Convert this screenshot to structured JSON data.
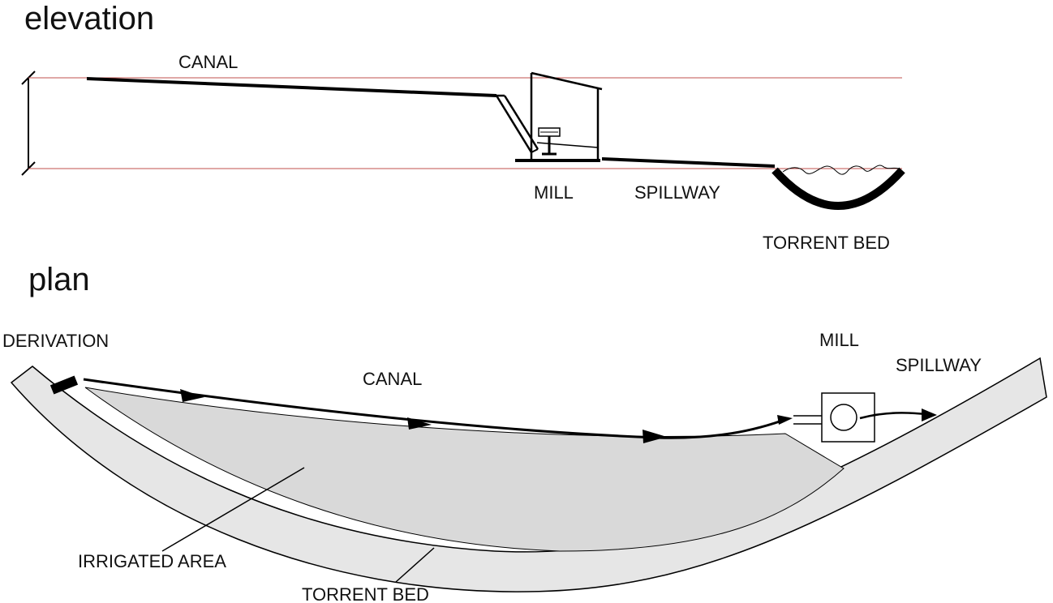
{
  "elevation": {
    "heading": "elevation",
    "labels": {
      "canal": "CANAL",
      "mill": "MILL",
      "spillway": "SPILLWAY",
      "torrent_bed": "TORRENT BED"
    }
  },
  "plan": {
    "heading": "plan",
    "labels": {
      "derivation": "DERIVATION",
      "canal": "CANAL",
      "mill": "MILL",
      "spillway": "SPILLWAY",
      "irrigated_area": "IRRIGATED AREA",
      "torrent_bed": "TORRENT BED"
    }
  },
  "colors": {
    "level_line": "#c0504d",
    "stroke": "#000000",
    "irrigated_fill": "#d9d9d9",
    "torrent_fill": "#e6e6e6"
  }
}
